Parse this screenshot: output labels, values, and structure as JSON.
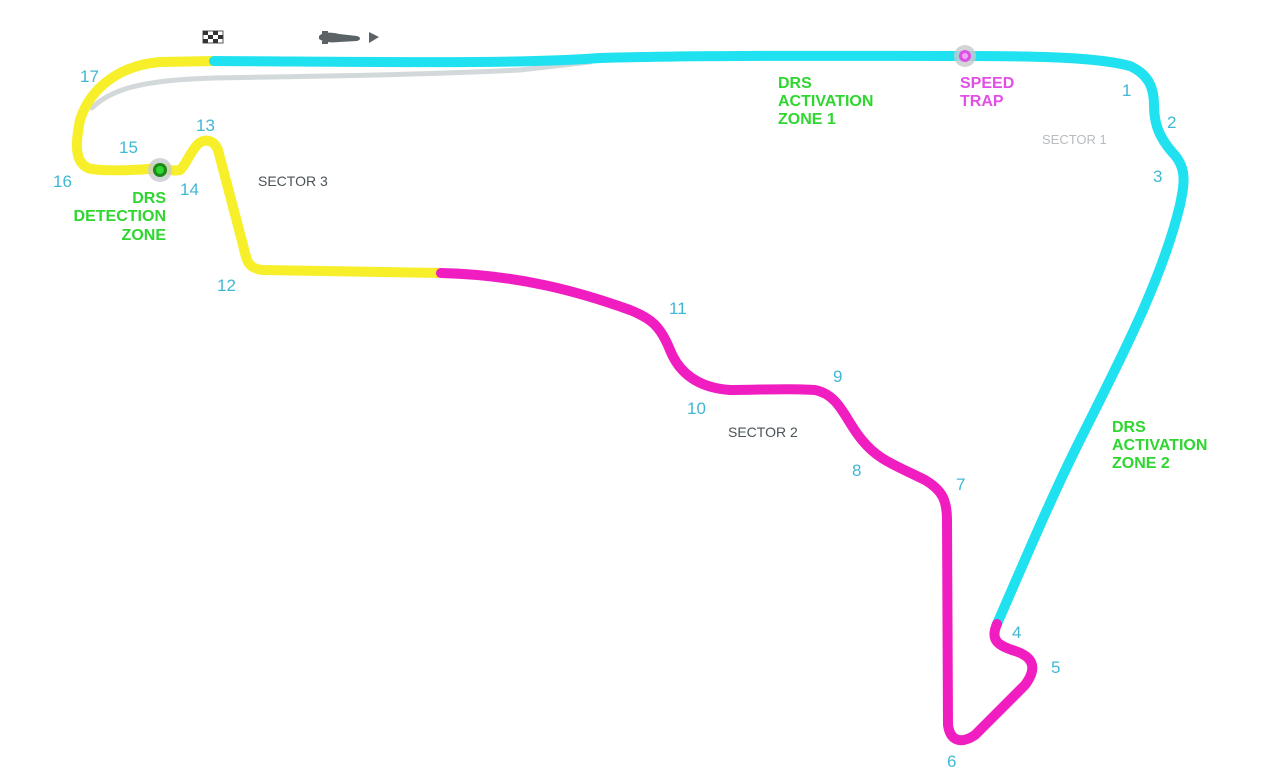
{
  "colors": {
    "sector1": "#1fe1f0",
    "sector2": "#f01ec1",
    "sector3": "#f6ef2a",
    "pitlane": "#d3d8da",
    "turn_label": "#3fb8d4",
    "drs": "#2fd62f",
    "speed_trap": "#e24fe6",
    "sector_label": "#4a5358",
    "sector_label_light": "#b7bcbf"
  },
  "icons": {
    "start_finish": "checkered-flag-icon",
    "direction": "race-car-direction-icon",
    "speed_trap": "speed-trap-marker-icon",
    "drs_detection": "drs-detection-marker-icon"
  },
  "turns": [
    "1",
    "2",
    "3",
    "4",
    "5",
    "6",
    "7",
    "8",
    "9",
    "10",
    "11",
    "12",
    "13",
    "14",
    "15",
    "16",
    "17"
  ],
  "drs_activation_1": [
    "DRS",
    "ACTIVATION",
    "ZONE 1"
  ],
  "drs_activation_2": [
    "DRS",
    "ACTIVATION",
    "ZONE 2"
  ],
  "drs_detection": [
    "DRS",
    "DETECTION",
    "ZONE"
  ],
  "speed_trap": [
    "SPEED",
    "TRAP"
  ],
  "sectors": {
    "s1": "SECTOR 1",
    "s2": "SECTOR 2",
    "s3": "SECTOR 3"
  }
}
